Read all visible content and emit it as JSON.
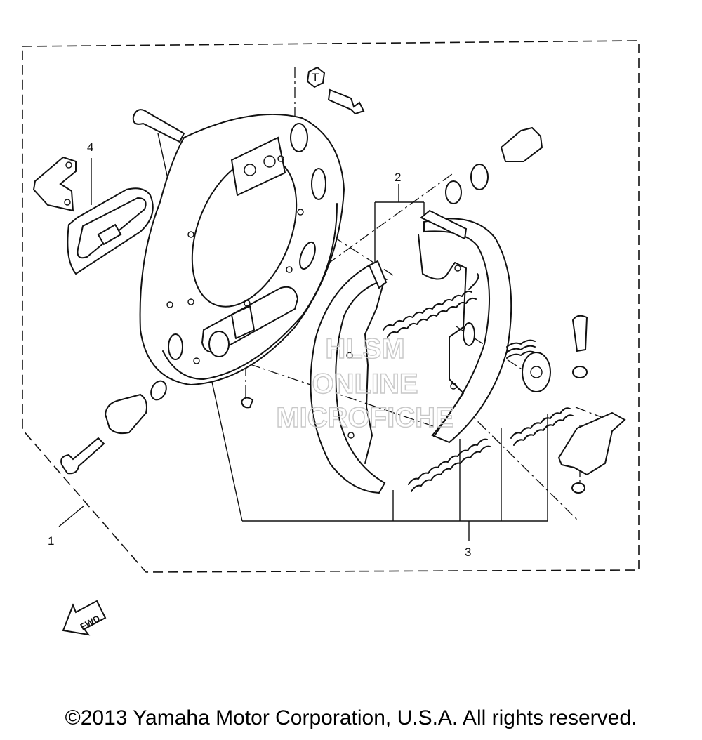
{
  "diagram": {
    "callouts": [
      "1",
      "2",
      "3",
      "4"
    ],
    "fwd_label": "FWD",
    "watermark": [
      "HLSM",
      "ONLINE",
      "MICROFICHE"
    ]
  },
  "footer": {
    "copyright": "©2013 Yamaha Motor Corporation, U.S.A. All rights reserved."
  }
}
